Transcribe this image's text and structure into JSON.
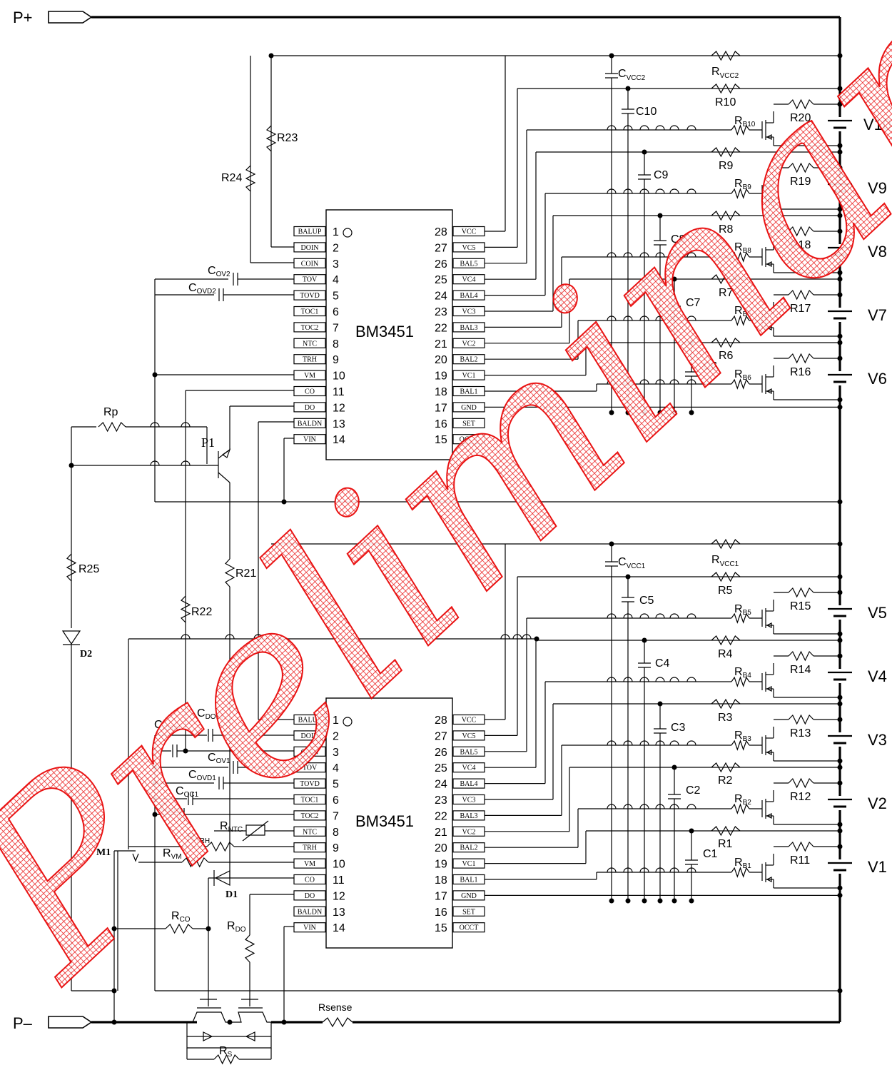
{
  "terminals": {
    "p_plus": "P+",
    "p_minus": "P–"
  },
  "chips": [
    {
      "name": "BM3451"
    },
    {
      "name": "BM3451"
    }
  ],
  "pins_left": [
    {
      "num": "1",
      "name": "BALUP"
    },
    {
      "num": "2",
      "name": "DOIN"
    },
    {
      "num": "3",
      "name": "COIN"
    },
    {
      "num": "4",
      "name": "TOV"
    },
    {
      "num": "5",
      "name": "TOVD"
    },
    {
      "num": "6",
      "name": "TOC1"
    },
    {
      "num": "7",
      "name": "TOC2"
    },
    {
      "num": "8",
      "name": "NTC"
    },
    {
      "num": "9",
      "name": "TRH"
    },
    {
      "num": "10",
      "name": "VM"
    },
    {
      "num": "11",
      "name": "CO"
    },
    {
      "num": "12",
      "name": "DO"
    },
    {
      "num": "13",
      "name": "BALDN"
    },
    {
      "num": "14",
      "name": "VIN"
    }
  ],
  "pins_right": [
    {
      "num": "28",
      "name": "VCC"
    },
    {
      "num": "27",
      "name": "VC5"
    },
    {
      "num": "26",
      "name": "BAL5"
    },
    {
      "num": "25",
      "name": "VC4"
    },
    {
      "num": "24",
      "name": "BAL4"
    },
    {
      "num": "23",
      "name": "VC3"
    },
    {
      "num": "22",
      "name": "BAL3"
    },
    {
      "num": "21",
      "name": "VC2"
    },
    {
      "num": "20",
      "name": "BAL2"
    },
    {
      "num": "19",
      "name": "VC1"
    },
    {
      "num": "18",
      "name": "BAL1"
    },
    {
      "num": "17",
      "name": "GND"
    },
    {
      "num": "16",
      "name": "SET"
    },
    {
      "num": "15",
      "name": "OCCT"
    }
  ],
  "cells": [
    "V10",
    "V9",
    "V8",
    "V7",
    "V6",
    "V5",
    "V4",
    "V3",
    "V2",
    "V1"
  ],
  "labels": {
    "rvcc2_main": "R",
    "rvcc2_sub": "VCC2",
    "cvcc2_main": "C",
    "cvcc2_sub": "VCC2",
    "rvcc1_main": "R",
    "rvcc1_sub": "VCC1",
    "cvcc1_main": "C",
    "cvcc1_sub": "VCC1",
    "r10": "R10",
    "r9": "R9",
    "r8": "R8",
    "r7": "R7",
    "r6": "R6",
    "r5": "R5",
    "r4": "R4",
    "r3": "R3",
    "r2": "R2",
    "r1": "R1",
    "r20": "R20",
    "r19": "R19",
    "r18": "R18",
    "r17": "R17",
    "r16": "R16",
    "r15": "R15",
    "r14": "R14",
    "r13": "R13",
    "r12": "R12",
    "r11": "R11",
    "rb10_sub": "B10",
    "rb9_sub": "B9",
    "rb8_sub": "B8",
    "rb7_sub": "B7",
    "rb6_sub": "B6",
    "rb5_sub": "B5",
    "rb4_sub": "B4",
    "rb3_sub": "B3",
    "rb2_sub": "B2",
    "rb1_sub": "B1",
    "c10": "C10",
    "c9": "C9",
    "c8": "C8",
    "c7": "C7",
    "c6": "C6",
    "c5": "C5",
    "c4": "C4",
    "c3": "C3",
    "c2": "C2",
    "c1": "C1",
    "r23": "R23",
    "r24": "R24",
    "r25": "R25",
    "r21": "R21",
    "r22": "R22",
    "rp": "Rp",
    "p1": "P1",
    "d2": "D2",
    "d1": "D1",
    "m1": "M1",
    "cov2_sub": "OV2",
    "covd2_sub": "OVD2",
    "ccoin_sub": "COIN",
    "cdoin_sub": "DOIN",
    "cov1_sub": "OV1",
    "covd1_sub": "OVD1",
    "coc1_sub": "OC1",
    "coc2_sub": "OC2",
    "rntc_sub": "NTC",
    "rtrh_sub": "TRH",
    "rvm_sub": "VM",
    "rco_sub": "CO",
    "rdo_sub": "DO",
    "rsense": "Rsense",
    "rs_sub": "S",
    "r_letter": "R",
    "c_letter": "C"
  },
  "watermark": "Preliminary",
  "colors": {
    "watermark": "#e80000",
    "line": "#000000"
  }
}
